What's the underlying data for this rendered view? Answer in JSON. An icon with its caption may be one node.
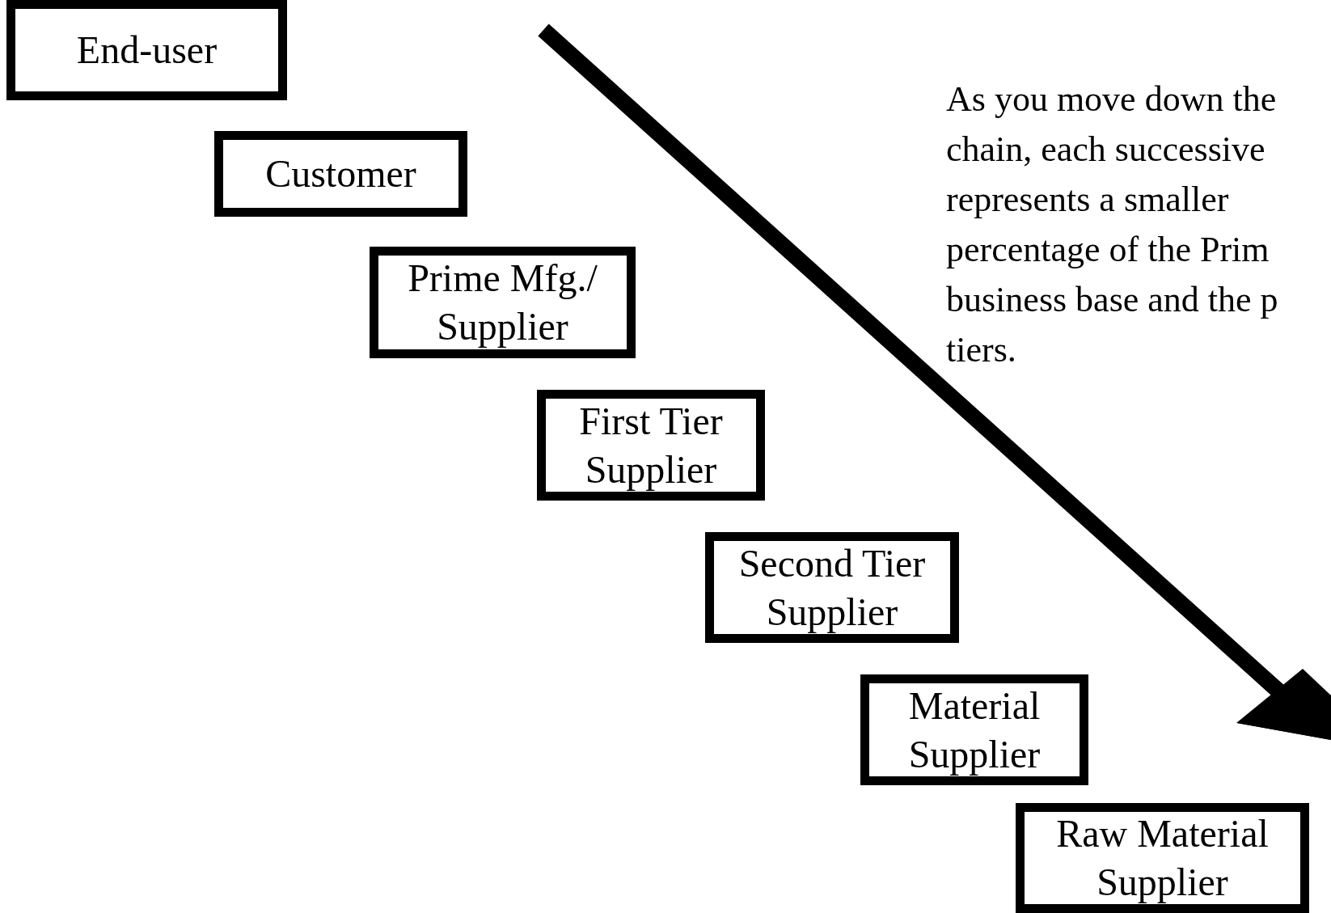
{
  "diagram": {
    "nodes": [
      {
        "text": [
          "End-user"
        ]
      },
      {
        "text": [
          "Customer"
        ]
      },
      {
        "text": [
          "Prime Mfg./ Supplier"
        ]
      },
      {
        "text": [
          "First Tier Supplier"
        ]
      },
      {
        "text": [
          "Second Tier Supplier"
        ]
      },
      {
        "text": [
          "Material Supplier"
        ]
      },
      {
        "text": [
          "Raw Material Supplier"
        ]
      }
    ],
    "labels": [
      "As you move down the chain, each successive represents a smaller percentage of the Prim business base and the p tiers."
    ]
  }
}
